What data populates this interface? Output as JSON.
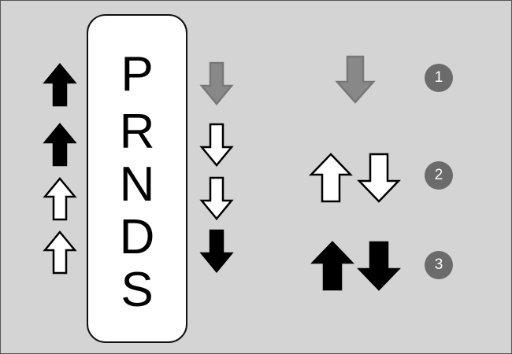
{
  "gearbox": {
    "gears": [
      "P",
      "R",
      "N",
      "D",
      "S"
    ]
  },
  "legend": {
    "items": [
      {
        "number": "1",
        "symbol": "gray-down-arrow"
      },
      {
        "number": "2",
        "symbol": "white-up-down-arrows"
      },
      {
        "number": "3",
        "symbol": "black-up-down-arrows"
      }
    ]
  },
  "colors": {
    "background": "#d4d4d4",
    "gray_arrow": "#888888",
    "white_arrow": "#ffffff",
    "black_arrow": "#000000",
    "badge": "#6b6b6b"
  }
}
